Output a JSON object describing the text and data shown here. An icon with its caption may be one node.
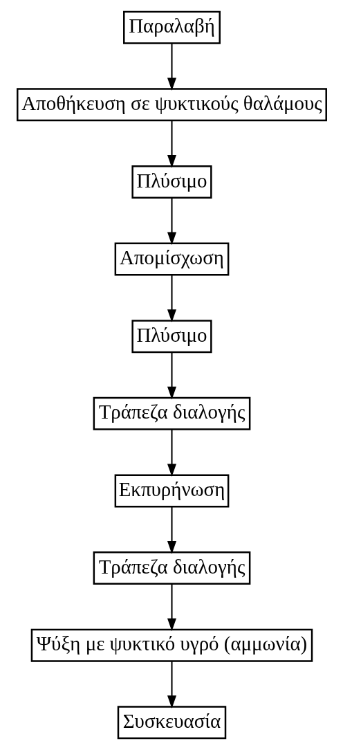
{
  "diagram": {
    "nodes": [
      {
        "text": [
          "Παραλαβή"
        ]
      },
      {
        "text": [
          "Αποθήκευση σε ψυκτικούς θαλάμους"
        ]
      },
      {
        "text": [
          "Πλύσιμο"
        ]
      },
      {
        "text": [
          "Απομίσχωση"
        ]
      },
      {
        "text": [
          "Πλύσιμο"
        ]
      },
      {
        "text": [
          "Τράπεζα διαλογής"
        ]
      },
      {
        "text": [
          "Εκπυρήνωση"
        ]
      },
      {
        "text": [
          "Τράπεζα διαλογής"
        ]
      },
      {
        "text": [
          "Ψύξη με ψυκτικό υγρό (αμμωνία)"
        ]
      },
      {
        "text": [
          "Συσκευασία"
        ]
      }
    ],
    "edges": [
      {
        "from": 0,
        "to": 1,
        "arrow": "to"
      },
      {
        "from": 1,
        "to": 2,
        "arrow": "to"
      },
      {
        "from": 2,
        "to": 3,
        "arrow": "to"
      },
      {
        "from": 3,
        "to": 4,
        "arrow": "to"
      },
      {
        "from": 4,
        "to": 5,
        "arrow": "to"
      },
      {
        "from": 5,
        "to": 6,
        "arrow": "to"
      },
      {
        "from": 6,
        "to": 7,
        "arrow": "to"
      },
      {
        "from": 7,
        "to": 8,
        "arrow": "to"
      },
      {
        "from": 8,
        "to": 9,
        "arrow": "to"
      }
    ]
  }
}
